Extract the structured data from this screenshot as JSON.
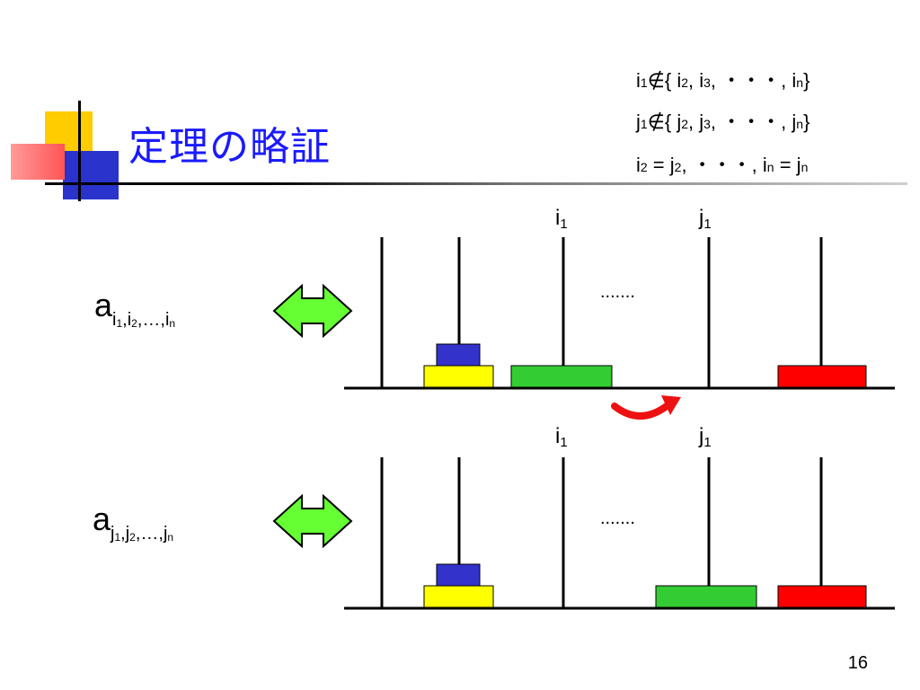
{
  "slide": {
    "title": "定理の略証",
    "page_number": "16"
  },
  "conditions": {
    "line1": {
      "a": "i",
      "a_sub": "1",
      "op": "∉{ ",
      "b": "i",
      "b_sub": "2",
      "c": ", i",
      "c_sub": "3",
      "d": ", ・・・, i",
      "d_sub": "n",
      "close": "}"
    },
    "line2": {
      "a": "j",
      "a_sub": "1",
      "op": "∉{ ",
      "b": "j",
      "b_sub": "2",
      "c": ", j",
      "c_sub": "3",
      "d": ", ・・・, j",
      "d_sub": "n",
      "close": "}"
    },
    "line3": {
      "a": "i",
      "a_sub": "2",
      "eq1": " = j",
      "eq1_sub": "2",
      "mid": ", ・・・, i",
      "mid_sub": "n",
      "eq2": " = j",
      "eq2_sub": "n"
    }
  },
  "top_diagram": {
    "label_i": "i",
    "label_i_sub": "1",
    "label_j": "j",
    "label_j_sub": "1",
    "ellipsis": ".......",
    "state_base": "a",
    "state_subs": [
      "i",
      "1",
      ",i",
      "2",
      ",…,i",
      "n"
    ]
  },
  "bottom_diagram": {
    "label_i": "i",
    "label_i_sub": "1",
    "label_j": "j",
    "label_j_sub": "1",
    "ellipsis": ".......",
    "state_base": "a",
    "state_subs": [
      "j",
      "1",
      ",j",
      "2",
      ",…,j",
      "n"
    ]
  },
  "colors": {
    "title": "#1a1aff",
    "disk_blue": "#3333cc",
    "disk_yellow": "#ffff00",
    "disk_green": "#33cc33",
    "disk_red": "#ff0000",
    "arrow_green": "#66ff33",
    "move_arrow": "#ee1111"
  },
  "icons": [
    "double-arrow-icon",
    "move-arrow-icon"
  ]
}
